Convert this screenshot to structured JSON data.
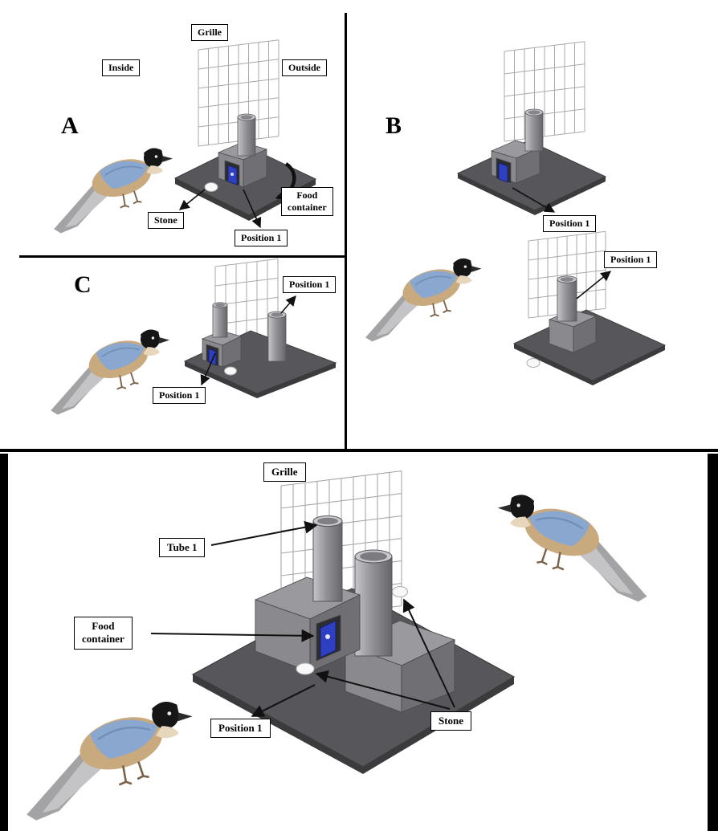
{
  "figure": {
    "panel_a": {
      "letter": "A",
      "grille_label": "Grille",
      "inside_label": "Inside",
      "outside_label": "Outside",
      "stone_label": "Stone",
      "position_label": "Position 1",
      "food_container_label": "Food\ncontainer"
    },
    "panel_b": {
      "letter": "B",
      "position_label_top": "Position 1",
      "position_label_bottom": "Position 1"
    },
    "panel_c": {
      "letter": "C",
      "position_label_top": "Position 1",
      "position_label_bottom": "Position 1"
    },
    "panel_bottom": {
      "grille_label": "Grille",
      "tube_label": "Tube 1",
      "food_container_label": "Food\ncontainer",
      "position_label": "Position 1",
      "stone_label": "Stone"
    }
  },
  "colors": {
    "platform": "#57575b",
    "platform_edge": "#3b3b3e",
    "apparatus_box": "#8a8a8e",
    "apparatus_box_top": "#9a9a9e",
    "apparatus_box_side": "#707074",
    "opening": "#2d2d30",
    "food_container": "#2e3fc2",
    "stone": "#f8f8f8",
    "grille": "#a8a8ab",
    "arrow": "#111111",
    "bird_wing": "#8aa8cf",
    "bird_body": "#c9a97e",
    "bird_head": "#161616"
  }
}
